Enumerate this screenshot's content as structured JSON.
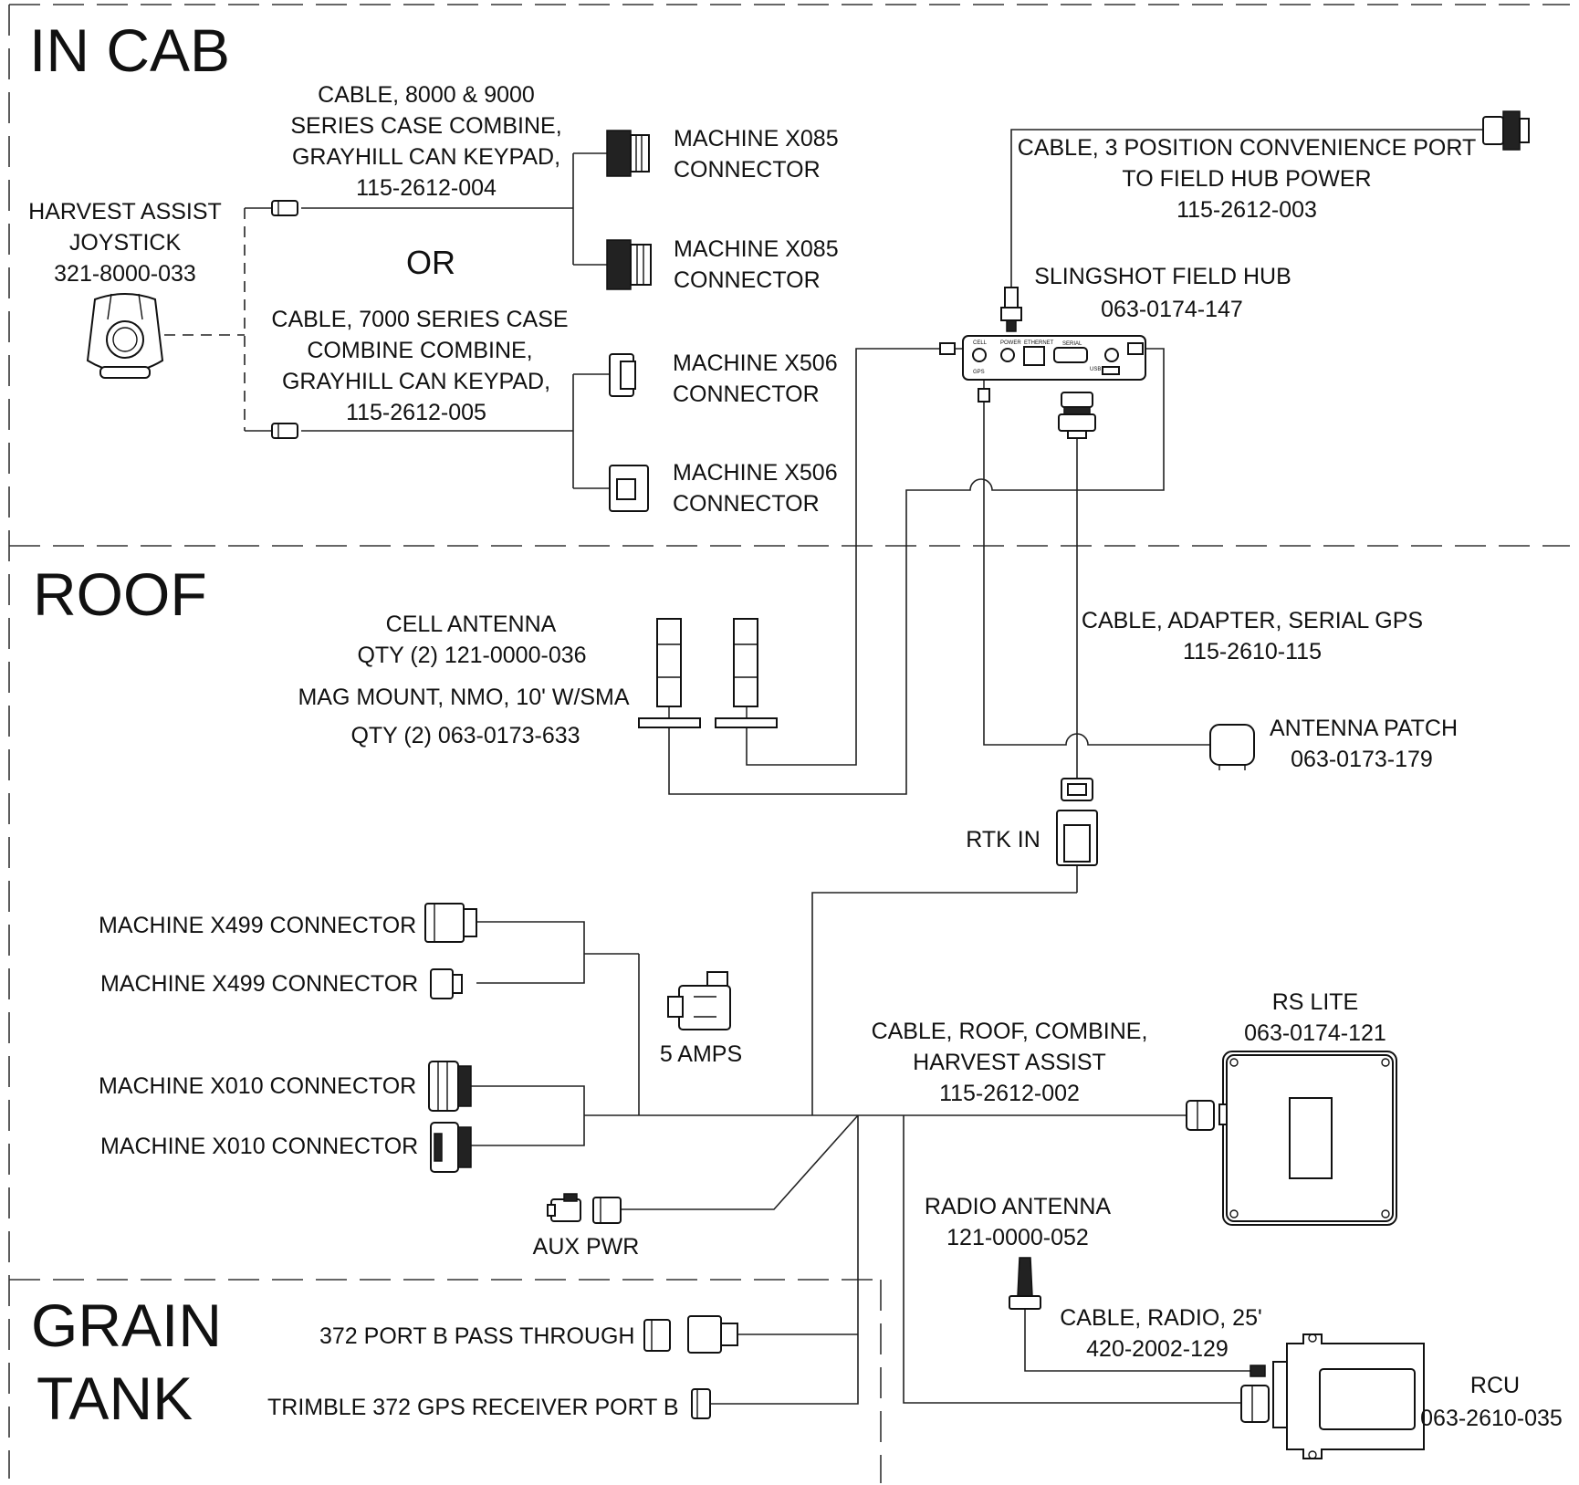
{
  "zones": {
    "in_cab": "IN CAB",
    "roof": "ROOF",
    "grain_tank_line1": "GRAIN",
    "grain_tank_line2": "TANK"
  },
  "labels": {
    "joystick": [
      "HARVEST ASSIST",
      "JOYSTICK",
      "321-8000-033"
    ],
    "cable_8000": [
      "CABLE, 8000 & 9000",
      "SERIES CASE COMBINE,",
      "GRAYHILL CAN KEYPAD,",
      "115-2612-004"
    ],
    "or": "OR",
    "cable_7000": [
      "CABLE, 7000 SERIES CASE",
      "COMBINE COMBINE,",
      "GRAYHILL CAN KEYPAD,",
      "115-2612-005"
    ],
    "x085_a": [
      "MACHINE X085",
      "CONNECTOR"
    ],
    "x085_b": [
      "MACHINE X085",
      "CONNECTOR"
    ],
    "x506_a": [
      "MACHINE X506",
      "CONNECTOR"
    ],
    "x506_b": [
      "MACHINE X506",
      "CONNECTOR"
    ],
    "convenience_port": [
      "CABLE, 3 POSITION CONVENIENCE PORT",
      "TO FIELD HUB POWER",
      "115-2612-003"
    ],
    "field_hub": [
      "SLINGSHOT FIELD HUB",
      "063-0174-147"
    ],
    "cell_antenna": [
      "CELL ANTENNA",
      "QTY (2) 121-0000-036"
    ],
    "mag_mount": [
      "MAG MOUNT, NMO, 10' W/SMA",
      "QTY (2) 063-0173-633"
    ],
    "serial_gps": [
      "CABLE, ADAPTER, SERIAL GPS",
      "115-2610-115"
    ],
    "antenna_patch": [
      "ANTENNA PATCH",
      "063-0173-179"
    ],
    "rtk_in": "RTK IN",
    "x499_a": "MACHINE X499 CONNECTOR",
    "x499_b": "MACHINE X499 CONNECTOR",
    "x010_a": "MACHINE X010 CONNECTOR",
    "x010_b": "MACHINE X010 CONNECTOR",
    "fuse": "5 AMPS",
    "roof_cable": [
      "CABLE, ROOF, COMBINE,",
      "HARVEST ASSIST",
      "115-2612-002"
    ],
    "rs_lite": [
      "RS LITE",
      "063-0174-121"
    ],
    "aux_pwr": "AUX PWR",
    "radio_antenna": [
      "RADIO ANTENNA",
      "121-0000-052"
    ],
    "radio_cable": [
      "CABLE, RADIO, 25'",
      "420-2002-129"
    ],
    "rcu": [
      "RCU",
      "063-2610-035"
    ],
    "port_b_pass": "372 PORT B PASS THROUGH",
    "trimble_port_b": "TRIMBLE 372 GPS RECEIVER PORT B"
  },
  "hub_panel": {
    "cell": "CELL",
    "power": "POWER",
    "ethernet": "ETHERNET",
    "serial": "SERIAL",
    "gps": "GPS",
    "usb": "USB"
  }
}
